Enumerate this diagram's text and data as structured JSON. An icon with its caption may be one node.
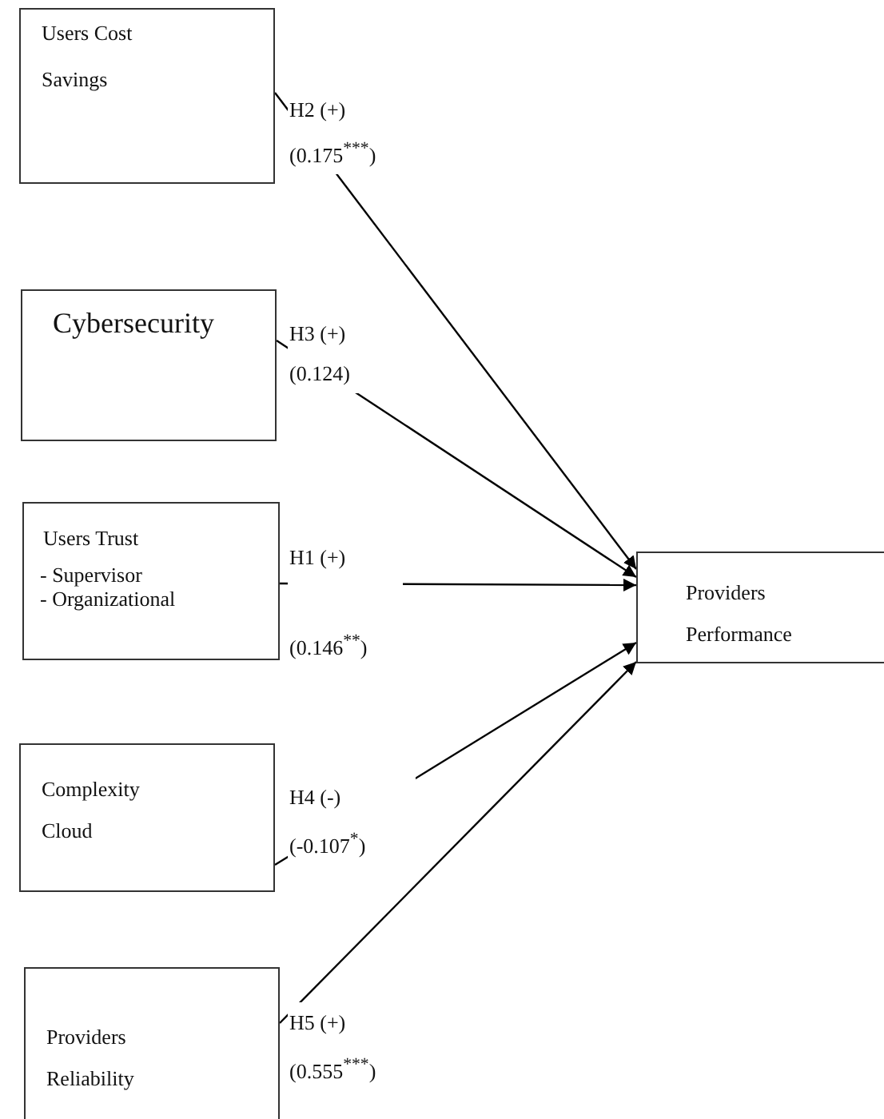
{
  "diagram": {
    "nodes": [
      {
        "text": [
          "Users Cost Savings"
        ]
      },
      {
        "text": [
          "Cybersecurity"
        ]
      },
      {
        "text": [
          "Users Trust",
          "- Supervisor",
          "- Organizational"
        ]
      },
      {
        "text": [
          "Complexity Cloud"
        ]
      },
      {
        "text": [
          "Providers Reliability"
        ]
      },
      {
        "text": [
          "Providers Performance"
        ]
      }
    ],
    "edges": [
      {
        "from": 0,
        "to": 5,
        "arrow": "to",
        "label": "H2 (+) (0.175$^{***}$)"
      },
      {
        "from": 1,
        "to": 5,
        "arrow": "to",
        "label": "H3 (+) (0.124)"
      },
      {
        "from": 2,
        "to": 5,
        "arrow": "to",
        "label": "H1 (+) (0.146$^{**}$)"
      },
      {
        "from": 3,
        "to": 5,
        "arrow": "to",
        "label": "H4 (-) (-0.107$^{*}$)"
      },
      {
        "from": 4,
        "to": 5,
        "arrow": "to",
        "label": "H5 (+) (0.555$^{***}$)"
      }
    ]
  }
}
